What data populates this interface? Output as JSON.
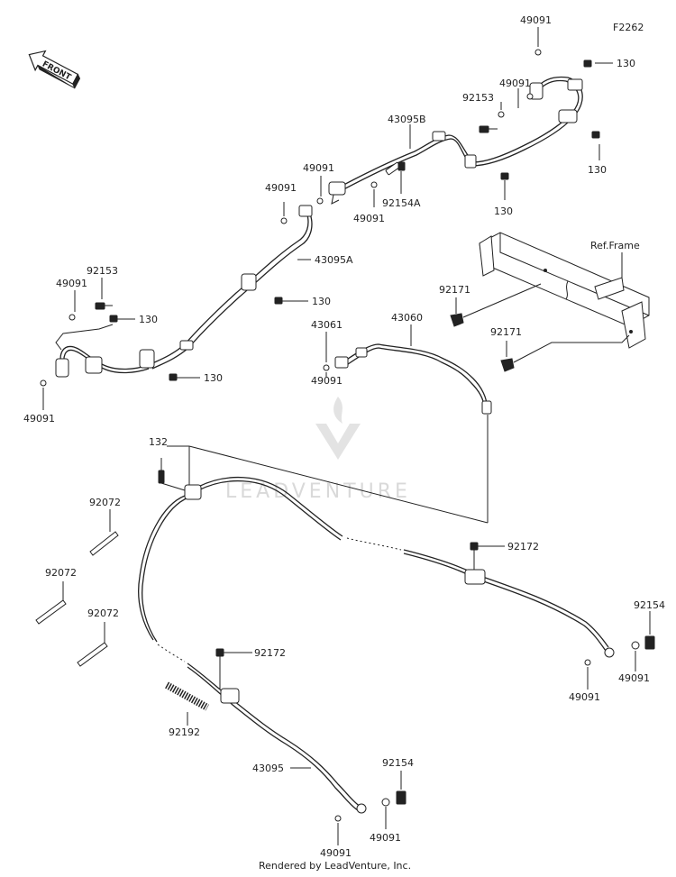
{
  "figure_code": "F2262",
  "front_label": "FRONT",
  "ref_frame_label": "Ref.Frame",
  "watermark_text": "LEADVENTURE",
  "footer": "Rendered by LeadVenture, Inc.",
  "labels": {
    "p49091_top": "49091",
    "p130_top": "130",
    "p49091_b": "49091",
    "p92153_top": "92153",
    "p43095B": "43095B",
    "p130_mid": "130",
    "p49091_c": "49091",
    "p49091_d": "49091",
    "p92154A": "92154A",
    "p49091_e": "49091",
    "p130_f": "130",
    "p43095A": "43095A",
    "p92153_left": "92153",
    "p49091_left": "49091",
    "p130_left": "130",
    "p130_g": "130",
    "p130_h": "130",
    "p49091_bl": "49091",
    "p92171_a": "92171",
    "p92171_b": "92171",
    "p43061": "43061",
    "p43060": "43060",
    "p49091_mid": "49091",
    "p132": "132",
    "p92072_a": "92072",
    "p92072_b": "92072",
    "p92072_c": "92072",
    "p92172_a": "92172",
    "p92154_r": "92154",
    "p49091_r1": "49091",
    "p49091_r2": "49091",
    "p92172_b": "92172",
    "p92192": "92192",
    "p43095": "43095",
    "p92154_b": "92154",
    "p49091_b1": "49091",
    "p49091_b2": "49091"
  }
}
